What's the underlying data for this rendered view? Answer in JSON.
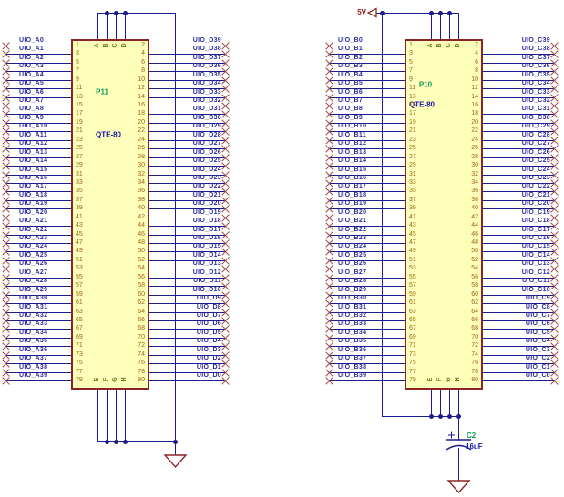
{
  "diagram": {
    "title": "QTE-80 connector schematic",
    "colors": {
      "wire": "#1c1c8e",
      "junction": "#1c1c8e",
      "label": "#2b2b9e",
      "noerc": "#a34d4d",
      "body_fill": "#ffffbc",
      "body_border": "#8b2525",
      "pin_number": "#a06414",
      "mount_letter": "#6e7a14",
      "designator": "#0b9a55",
      "part_type": "#1515a8",
      "power": "#8b1a1a",
      "ground": "#8b2525"
    },
    "power_net": {
      "label": "5V"
    },
    "capacitor": {
      "designator": "C2",
      "value": "16uF"
    },
    "connectors": [
      {
        "designator": "P11",
        "part_type": "QTE-80",
        "mount_pins_top": [
          "A",
          "B",
          "C",
          "D"
        ],
        "mount_pins_bottom": [
          "E",
          "F",
          "G",
          "H"
        ],
        "left_pin_numbers": [
          1,
          3,
          5,
          7,
          9,
          11,
          13,
          15,
          17,
          19,
          21,
          23,
          25,
          27,
          29,
          31,
          33,
          35,
          37,
          39,
          41,
          43,
          45,
          47,
          49,
          51,
          53,
          55,
          57,
          59,
          61,
          63,
          65,
          67,
          69,
          71,
          73,
          75,
          77,
          79
        ],
        "right_pin_numbers": [
          2,
          4,
          6,
          8,
          10,
          12,
          14,
          16,
          18,
          20,
          22,
          24,
          26,
          28,
          30,
          32,
          34,
          36,
          38,
          40,
          42,
          44,
          46,
          48,
          50,
          52,
          54,
          56,
          58,
          60,
          62,
          64,
          66,
          68,
          70,
          72,
          74,
          76,
          78,
          80
        ],
        "left_nets": [
          "UIO_A0",
          "UIO_A1",
          "UIO_A2",
          "UIO_A3",
          "UIO_A4",
          "UIO_A5",
          "UIO_A6",
          "UIO_A7",
          "UIO_A8",
          "UIO_A9",
          "UIO_A10",
          "UIO_A11",
          "UIO_A12",
          "UIO_A13",
          "UIO_A14",
          "UIO_A15",
          "UIO_A16",
          "UIO_A17",
          "UIO_A18",
          "UIO_A19",
          "UIO_A20",
          "UIO_A21",
          "UIO_A22",
          "UIO_A23",
          "UIO_A24",
          "UIO_A25",
          "UIO_A26",
          "UIO_A27",
          "UIO_A28",
          "UIO_A29",
          "UIO_A30",
          "UIO_A31",
          "UIO_A32",
          "UIO_A33",
          "UIO_A34",
          "UIO_A35",
          "UIO_A36",
          "UIO_A37",
          "UIO_A38",
          "UIO_A39"
        ],
        "right_nets": [
          "UIO_D39",
          "UIO_D38",
          "UIO_D37",
          "UIO_D36",
          "UIO_D35",
          "UIO_D34",
          "UIO_D33",
          "UIO_D32",
          "UIO_D31",
          "UIO_D30",
          "UIO_D29",
          "UIO_D28",
          "UIO_D27",
          "UIO_D26",
          "UIO_D25",
          "UIO_D24",
          "UIO_D23",
          "UIO_D22",
          "UIO_D21",
          "UIO_D20",
          "UIO_D19",
          "UIO_D18",
          "UIO_D17",
          "UIO_D16",
          "UIO_D15",
          "UIO_D14",
          "UIO_D13",
          "UIO_D12",
          "UIO_D11",
          "UIO_D10",
          "UIO_D9",
          "UIO_D8",
          "UIO_D7",
          "UIO_D6",
          "UIO_D5",
          "UIO_D4",
          "UIO_D3",
          "UIO_D2",
          "UIO_D1",
          "UIO_D0"
        ]
      },
      {
        "designator": "P10",
        "part_type": "QTE-80",
        "mount_pins_top": [
          "A",
          "B",
          "C",
          "D"
        ],
        "mount_pins_bottom": [
          "E",
          "F",
          "G",
          "H"
        ],
        "left_pin_numbers": [
          1,
          3,
          5,
          7,
          9,
          11,
          13,
          15,
          17,
          19,
          21,
          23,
          25,
          27,
          29,
          31,
          33,
          35,
          37,
          39,
          41,
          43,
          45,
          47,
          49,
          51,
          53,
          55,
          57,
          59,
          61,
          63,
          65,
          67,
          69,
          71,
          73,
          75,
          77,
          79
        ],
        "right_pin_numbers": [
          2,
          4,
          6,
          8,
          10,
          12,
          14,
          16,
          18,
          20,
          22,
          24,
          26,
          28,
          30,
          32,
          34,
          36,
          38,
          40,
          42,
          44,
          46,
          48,
          50,
          52,
          54,
          56,
          58,
          60,
          62,
          64,
          66,
          68,
          70,
          72,
          74,
          76,
          78,
          80
        ],
        "left_nets": [
          "UIO_B0",
          "UIO_B1",
          "UIO_B2",
          "UIO_B3",
          "UIO_B4",
          "UIO_B5",
          "UIO_B6",
          "UIO_B7",
          "UIO_B8",
          "UIO_B9",
          "UIO_B10",
          "UIO_B11",
          "UIO_B12",
          "UIO_B13",
          "UIO_B14",
          "UIO_B15",
          "UIO_B16",
          "UIO_B17",
          "UIO_B18",
          "UIO_B19",
          "UIO_B20",
          "UIO_B21",
          "UIO_B22",
          "UIO_B23",
          "UIO_B24",
          "UIO_B25",
          "UIO_B26",
          "UIO_B27",
          "UIO_B28",
          "UIO_B29",
          "UIO_B30",
          "UIO_B31",
          "UIO_B32",
          "UIO_B33",
          "UIO_B34",
          "UIO_B35",
          "UIO_B36",
          "UIO_B37",
          "UIO_B38",
          "UIO_B39"
        ],
        "right_nets": [
          "UIO_C39",
          "UIO_C38",
          "UIO_C37",
          "UIO_C36",
          "UIO_C35",
          "UIO_C34",
          "UIO_C33",
          "UIO_C32",
          "UIO_C31",
          "UIO_C30",
          "UIO_C29",
          "UIO_C28",
          "UIO_C27",
          "UIO_C26",
          "UIO_C25",
          "UIO_C24",
          "UIO_C23",
          "UIO_C22",
          "UIO_C21",
          "UIO_C20",
          "UIO_C19",
          "UIO_C18",
          "UIO_C17",
          "UIO_C16",
          "UIO_C15",
          "UIO_C14",
          "UIO_C13",
          "UIO_C12",
          "UIO_C11",
          "UIO_C10",
          "UIO_C9",
          "UIO_C8",
          "UIO_C7",
          "UIO_C6",
          "UIO_C5",
          "UIO_C4",
          "UIO_C3",
          "UIO_C2",
          "UIO_C1",
          "UIO_C0"
        ]
      }
    ]
  }
}
